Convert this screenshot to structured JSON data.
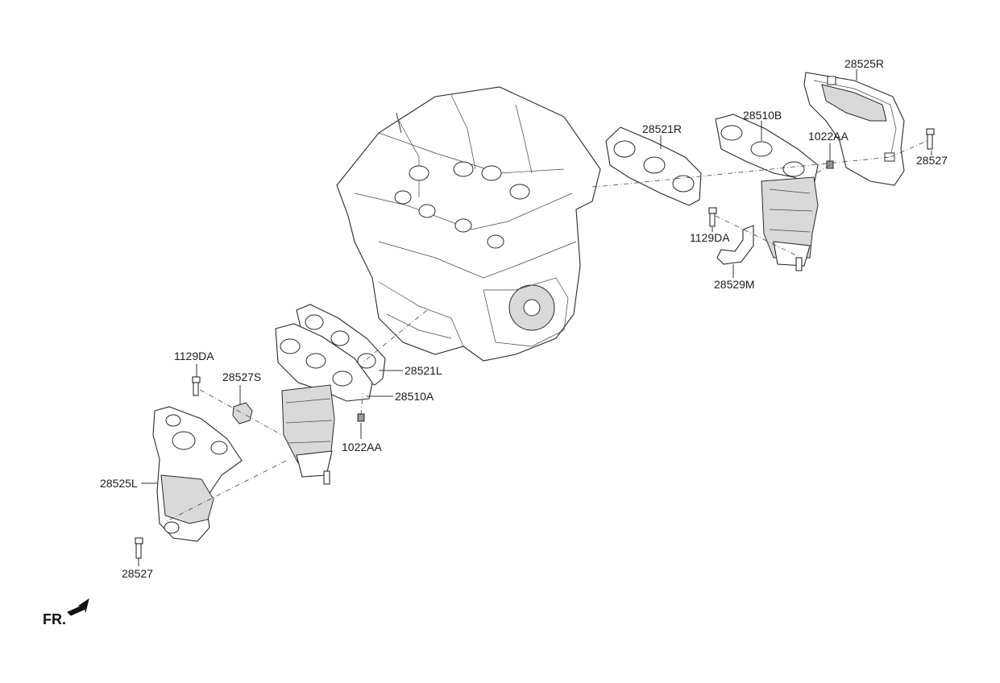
{
  "diagram": {
    "labels": {
      "p28525R": "28525R",
      "p28510B": "28510B",
      "p28521R": "28521R",
      "p1022AA_right": "1022AA",
      "p28527_right": "28527",
      "p1129DA_right": "1129DA",
      "p28529M": "28529M",
      "p1129DA_left": "1129DA",
      "p28527S": "28527S",
      "p28521L": "28521L",
      "p28510A": "28510A",
      "p1022AA_left": "1022AA",
      "p28525L": "28525L",
      "p28527_left": "28527"
    },
    "front_indicator": "FR."
  }
}
